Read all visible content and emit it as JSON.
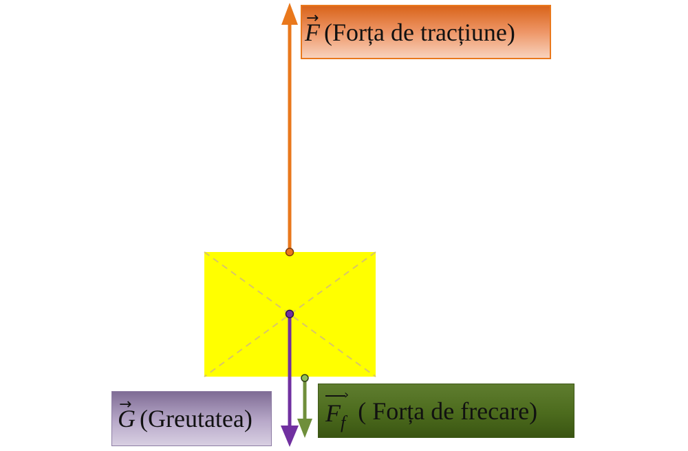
{
  "colors": {
    "block_fill": "#ffff00",
    "block_diagonals": "#d8c56a",
    "traction": "#e9781c",
    "weight": "#7030a0",
    "friction": "#6f8f3b"
  },
  "labels": {
    "traction": {
      "symbol": "F",
      "text": "(Forța de tracțiune)"
    },
    "weight": {
      "symbol": "G",
      "text": "(Greutatea)"
    },
    "friction": {
      "symbol": "F",
      "subscript": "f",
      "text": "( Forța de frecare)"
    }
  }
}
